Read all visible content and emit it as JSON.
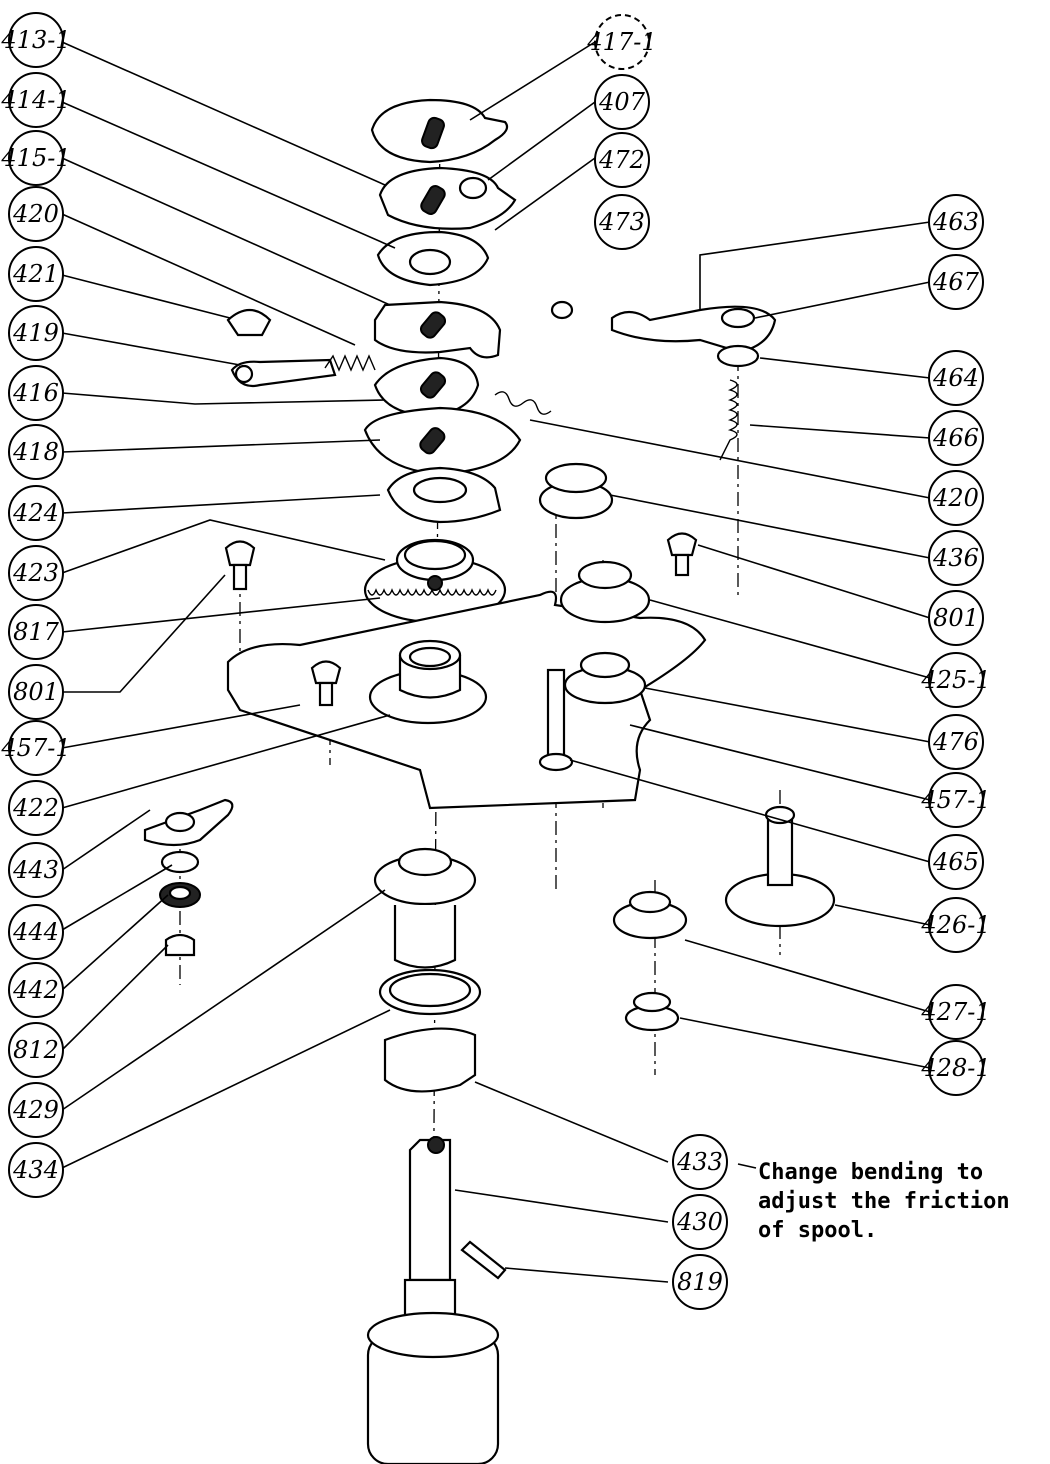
{
  "callouts": {
    "413_1": "413-1",
    "414_1": "414-1",
    "415_1": "415-1",
    "420_l": "420",
    "421": "421",
    "419": "419",
    "416": "416",
    "418": "418",
    "424": "424",
    "423": "423",
    "817": "817",
    "801_l": "801",
    "457_1_l": "457-1",
    "422": "422",
    "443": "443",
    "444": "444",
    "442": "442",
    "812": "812",
    "429": "429",
    "434": "434",
    "417_1": "417-1",
    "407": "407",
    "472": "472",
    "473": "473",
    "463": "463",
    "467": "467",
    "464": "464",
    "466": "466",
    "420_r": "420",
    "436": "436",
    "801_r": "801",
    "425_1": "425-1",
    "476": "476",
    "457_1_r": "457-1",
    "465": "465",
    "426_1": "426-1",
    "427_1": "427-1",
    "428_1": "428-1",
    "433": "433",
    "430": "430",
    "819": "819"
  },
  "note": "Change bending to\nadjust the friction\nof spool."
}
